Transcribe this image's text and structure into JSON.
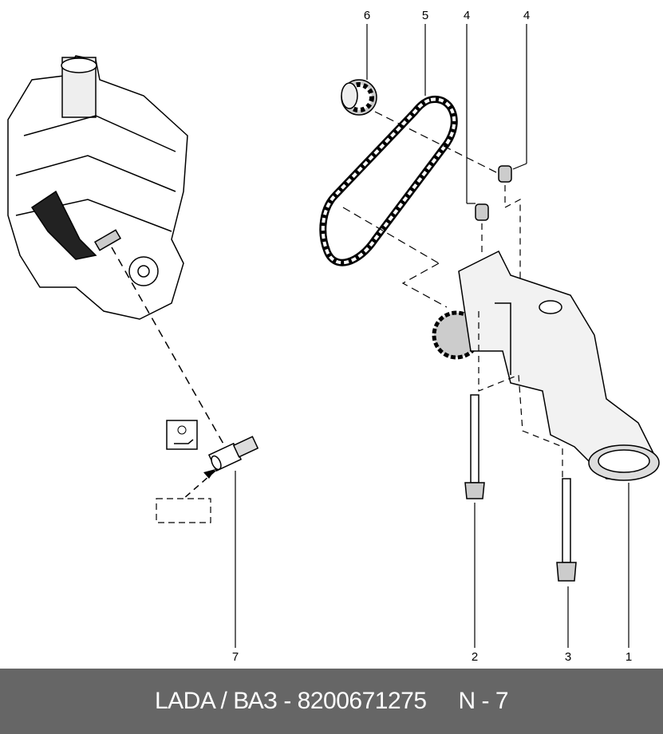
{
  "callouts": {
    "c6": "6",
    "c5": "5",
    "c4a": "4",
    "c4b": "4",
    "c7": "7",
    "c2": "2",
    "c3": "3",
    "c1": "1"
  },
  "footer": {
    "part_text": "LADA / ВАЗ - 8200671275",
    "page_ref": "N - 7"
  },
  "colors": {
    "footer_bg": "#666666",
    "line": "#000000"
  }
}
